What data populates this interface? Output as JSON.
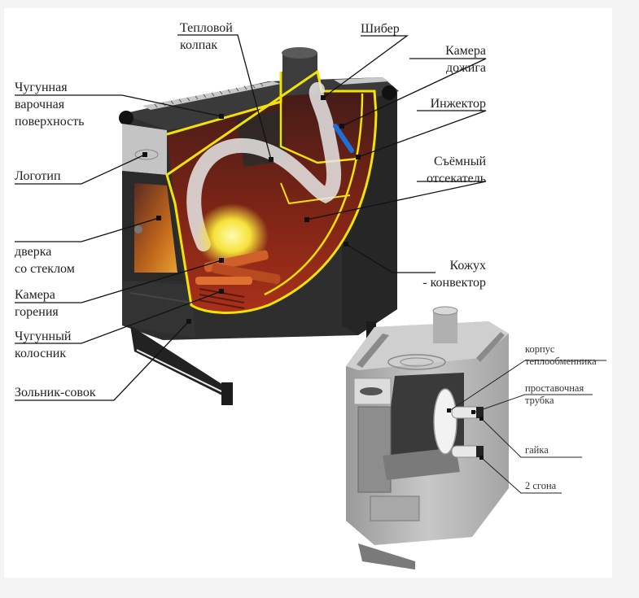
{
  "diagram": {
    "main_stove_labels": {
      "heat_cap_line1": "Тепловой",
      "heat_cap_line2": "колпак",
      "damper": "Шибер",
      "afterburn_line1": "Камера",
      "afterburn_line2": "дожига",
      "cooktop_line1": "Чугунная",
      "cooktop_line2": "варочная",
      "cooktop_line3": "поверхность",
      "injector": "Инжектор",
      "logo": "Логотип",
      "cutter_line1": "Съёмный",
      "cutter_line2": "отсекатель",
      "door_line1": "дверка",
      "door_line2": "со стеклом",
      "casing_line1": "Кожух",
      "casing_line2": "- конвектор",
      "combustion_line1": "Камера",
      "combustion_line2": "горения",
      "grate_line1": "Чугунный",
      "grate_line2": "колосник",
      "ash_pan": "Зольник-совок"
    },
    "heat_exchanger_labels": {
      "body_line1": "корпус",
      "body_line2": "теплообменника",
      "spacer_line1": "проставочная",
      "spacer_line2": "трубка",
      "nut": "гайка",
      "couplings": "2 сгона"
    },
    "colors": {
      "outline_yellow": "#f2e400",
      "stove_dark": "#2e2e2e",
      "stove_grey": "#b9b9b9",
      "fire_red": "#7a1f12",
      "flame_yellow": "#f6e23a",
      "injector_blue": "#1e6fd9"
    }
  }
}
